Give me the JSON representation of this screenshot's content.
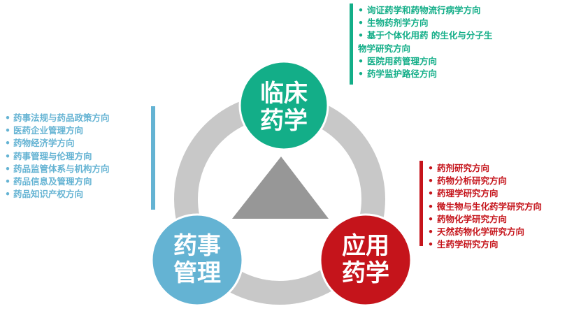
{
  "colors": {
    "clinical": "#13ae88",
    "management": "#64b3d3",
    "applied": "#c5141b",
    "ring": "#c8c8c8",
    "triangle": "#979797"
  },
  "nodes": {
    "clinical": {
      "line1": "临床",
      "line2": "药学"
    },
    "management": {
      "line1": "药事",
      "line2": "管理"
    },
    "applied": {
      "line1": "应用",
      "line2": "药学"
    }
  },
  "clinical_list": {
    "item1": "询证药学和药物流行病学方向",
    "item2": "生物药剂学方向",
    "item3_line1": "基于个体化用药 的生化与分子生",
    "item3_line2": "物学研究方向",
    "item4": "医院用药管理方向",
    "item5": "药学监护路径方向"
  },
  "management_list": {
    "item1": "药事法规与药品政策方向",
    "item2": "医药企业管理方向",
    "item3": "药物经济学方向",
    "item4": "药事管理与伦理方向",
    "item5": "药品监管体系与机构方向",
    "item6": "药品信息及管理方向",
    "item7": "药品知识产权方向"
  },
  "applied_list": {
    "item1": "药剂研究方向",
    "item2": "药物分析研究方向",
    "item3": "药理学研究方向",
    "item4": "微生物与生化药学研究方向",
    "item5": "药物化学研究方向",
    "item6": "天然药物化学研究方向",
    "item7": "生药学研究方向"
  }
}
